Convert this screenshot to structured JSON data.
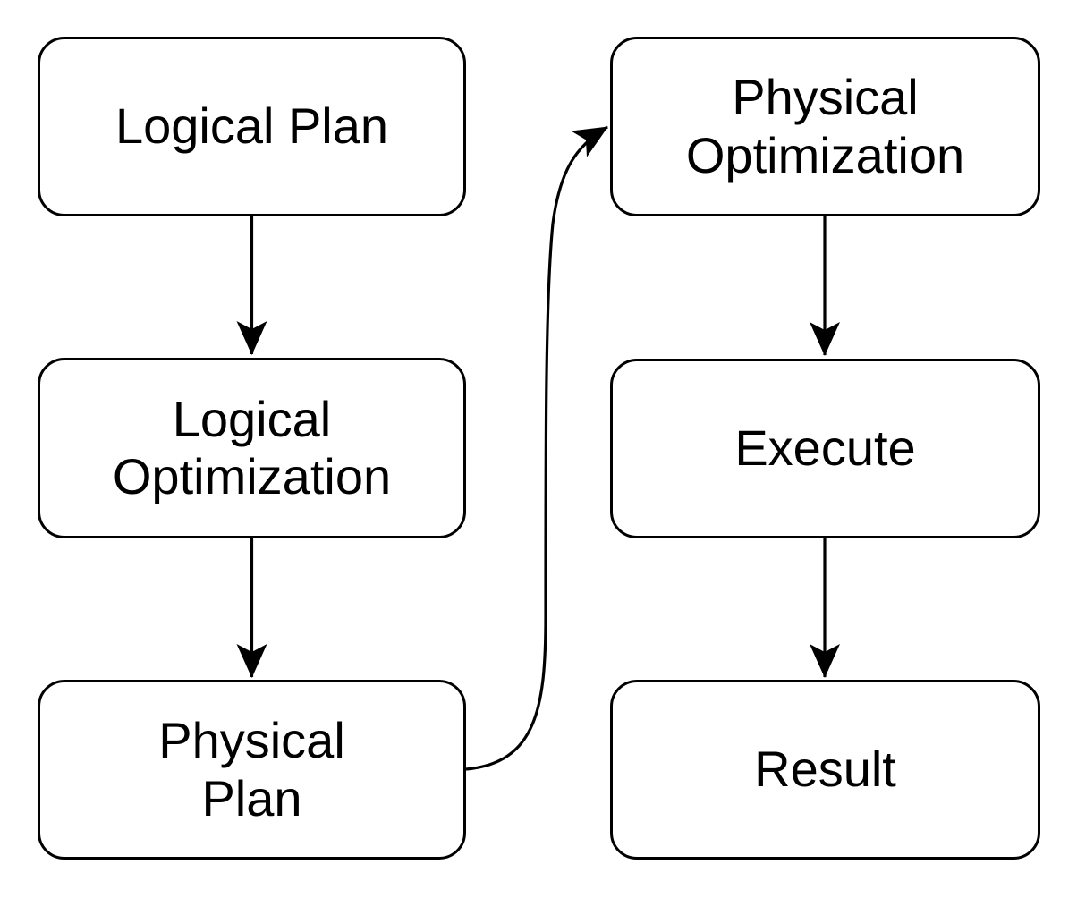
{
  "diagram": {
    "colors": {
      "background": "#ffffff",
      "stroke": "#000000",
      "text": "#000000"
    },
    "nodes": [
      {
        "id": "logical-plan",
        "label": "Logical Plan"
      },
      {
        "id": "logical-optimization",
        "label": "Logical\nOptimization"
      },
      {
        "id": "physical-plan",
        "label": "Physical\nPlan"
      },
      {
        "id": "physical-optimization",
        "label": "Physical\nOptimization"
      },
      {
        "id": "execute",
        "label": "Execute"
      },
      {
        "id": "result",
        "label": "Result"
      }
    ],
    "edges": [
      {
        "from": "logical-plan",
        "to": "logical-optimization"
      },
      {
        "from": "logical-optimization",
        "to": "physical-plan"
      },
      {
        "from": "physical-plan",
        "to": "physical-optimization"
      },
      {
        "from": "physical-optimization",
        "to": "execute"
      },
      {
        "from": "execute",
        "to": "result"
      }
    ]
  }
}
